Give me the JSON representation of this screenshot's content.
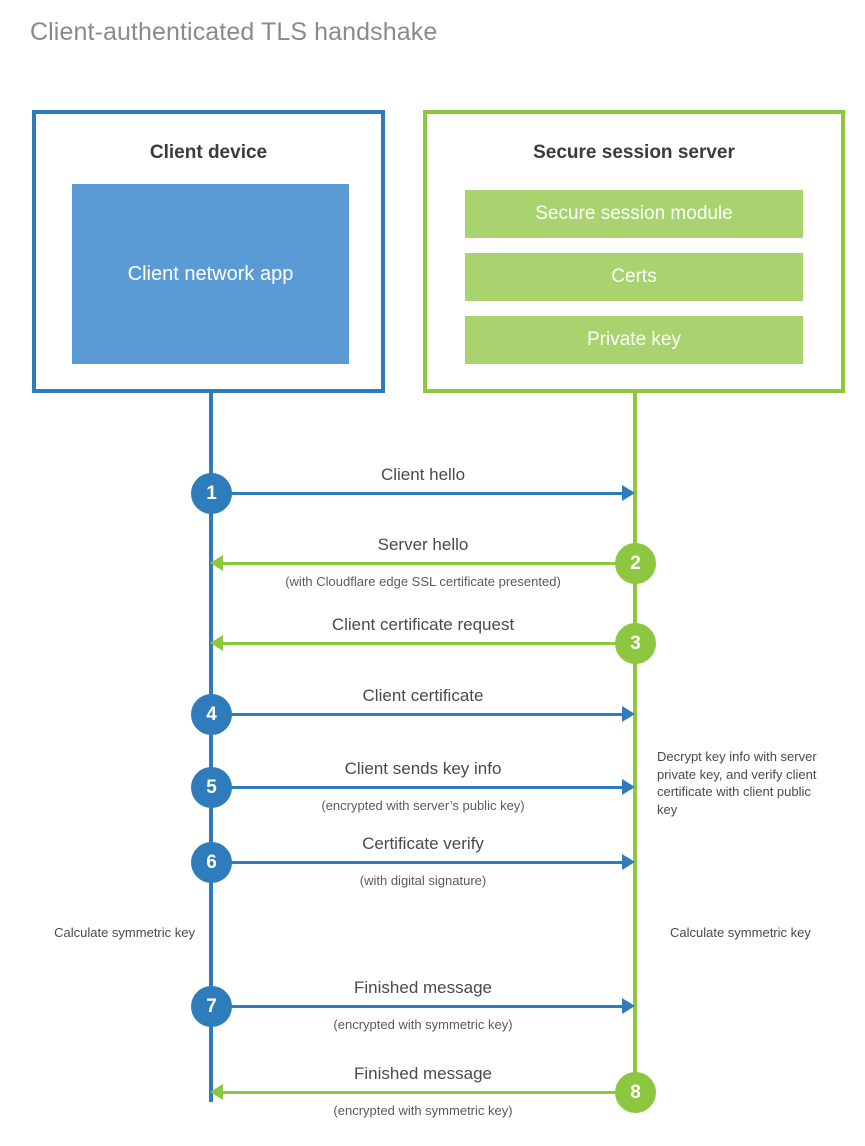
{
  "title": "Client-authenticated TLS handshake",
  "colors": {
    "client_blue": "#2e7cbc",
    "client_app_fill": "#5b9bd5",
    "server_green": "#8dc63f",
    "server_bar_fill": "#a9d36f",
    "title_gray": "#8a8a8a",
    "text_gray": "#4a4a4a"
  },
  "parties": {
    "client": {
      "title": "Client device",
      "app_label": "Client network app"
    },
    "server": {
      "title": "Secure session server",
      "modules": [
        "Secure session module",
        "Certs",
        "Private key"
      ]
    }
  },
  "steps": [
    {
      "number": "1",
      "label": "Client hello",
      "sub": "",
      "direction": "right",
      "color": "blue",
      "marker_side": "left"
    },
    {
      "number": "2",
      "label": "Server hello",
      "sub": "(with Cloudflare edge SSL certificate presented)",
      "direction": "left",
      "color": "green",
      "marker_side": "right"
    },
    {
      "number": "3",
      "label": "Client certificate request",
      "sub": "",
      "direction": "left",
      "color": "green",
      "marker_side": "right"
    },
    {
      "number": "4",
      "label": "Client certificate",
      "sub": "",
      "direction": "right",
      "color": "blue",
      "marker_side": "left"
    },
    {
      "number": "5",
      "label": "Client sends key info",
      "sub": "(encrypted with server’s public key)",
      "direction": "right",
      "color": "blue",
      "marker_side": "left"
    },
    {
      "number": "6",
      "label": "Certificate verify",
      "sub": "(with digital signature)",
      "direction": "right",
      "color": "blue",
      "marker_side": "left"
    },
    {
      "number": "7",
      "label": "Finished message",
      "sub": "(encrypted with symmetric key)",
      "direction": "right",
      "color": "blue",
      "marker_side": "left"
    },
    {
      "number": "8",
      "label": "Finished message",
      "sub": "(encrypted with symmetric key)",
      "direction": "left",
      "color": "green",
      "marker_side": "right"
    }
  ],
  "annotations": {
    "server_decrypt": "Decrypt key info with server private key, and verify client certificate with client public key",
    "client_calculate": "Calculate symmetric key",
    "server_calculate": "Calculate symmetric key"
  }
}
